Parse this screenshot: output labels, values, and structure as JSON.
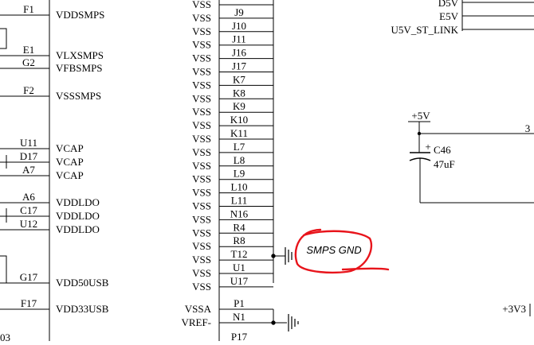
{
  "left_pins": [
    {
      "pin": "F1",
      "signal": "VDDSMPS"
    },
    {
      "pin": "E1",
      "signal": "VLXSMPS"
    },
    {
      "pin": "G2",
      "signal": "VFBSMPS"
    },
    {
      "pin": "F2",
      "signal": "VSSSMPS"
    },
    {
      "pin": "U11",
      "signal": "VCAP"
    },
    {
      "pin": "D17",
      "signal": "VCAP"
    },
    {
      "pin": "A7",
      "signal": "VCAP"
    },
    {
      "pin": "A6",
      "signal": "VDDLDO"
    },
    {
      "pin": "C17",
      "signal": "VDDLDO"
    },
    {
      "pin": "U12",
      "signal": "VDDLDO"
    },
    {
      "pin": "G17",
      "signal": "VDD50USB"
    },
    {
      "pin": "F17",
      "signal": "VDD33USB"
    }
  ],
  "right_pins": [
    {
      "signal": "VSS",
      "pin": ""
    },
    {
      "signal": "VSS",
      "pin": "J9"
    },
    {
      "signal": "VSS",
      "pin": "J10"
    },
    {
      "signal": "VSS",
      "pin": "J11"
    },
    {
      "signal": "VSS",
      "pin": "J16"
    },
    {
      "signal": "VSS",
      "pin": "J17"
    },
    {
      "signal": "VSS",
      "pin": "K7"
    },
    {
      "signal": "VSS",
      "pin": "K8"
    },
    {
      "signal": "VSS",
      "pin": "K9"
    },
    {
      "signal": "VSS",
      "pin": "K10"
    },
    {
      "signal": "VSS",
      "pin": "K11"
    },
    {
      "signal": "VSS",
      "pin": "L7"
    },
    {
      "signal": "VSS",
      "pin": "L8"
    },
    {
      "signal": "VSS",
      "pin": "L9"
    },
    {
      "signal": "VSS",
      "pin": "L10"
    },
    {
      "signal": "VSS",
      "pin": "L11"
    },
    {
      "signal": "VSS",
      "pin": "N16"
    },
    {
      "signal": "VSS",
      "pin": "R4"
    },
    {
      "signal": "VSS",
      "pin": "R8"
    },
    {
      "signal": "VSS",
      "pin": "T12"
    },
    {
      "signal": "VSS",
      "pin": "U1"
    },
    {
      "signal": "VSS",
      "pin": "U17"
    },
    {
      "signal": "VSSA",
      "pin": "P1"
    },
    {
      "signal": "VREF-",
      "pin": "N1"
    },
    {
      "signal": "",
      "pin": "P17"
    }
  ],
  "net_labels": [
    "D5V",
    "E5V",
    "U5V_ST_LINK"
  ],
  "power": {
    "plus5v": "+5V",
    "plus3v3": "+3V3"
  },
  "capacitor": {
    "ref": "C46",
    "value": "47uF",
    "polarity": "+"
  },
  "wire_label": "3",
  "annotation": {
    "text": "SMPS GND",
    "color": "#e8141b"
  },
  "edge_fragment": "03"
}
